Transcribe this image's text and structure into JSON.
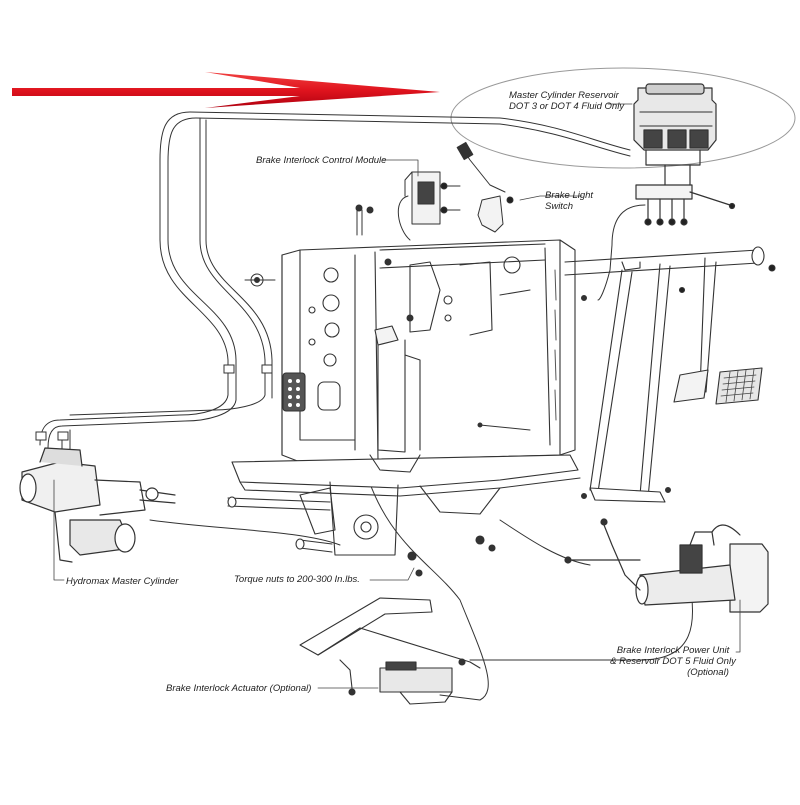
{
  "labels": {
    "master_cyl_reservoir_1": "Master Cylinder Reservoir",
    "master_cyl_reservoir_2": "DOT 3 or DOT 4 Fluid Only",
    "control_module": "Brake Interlock Control Module",
    "light_switch_1": "Brake Light",
    "light_switch_2": "Switch",
    "hydromax": "Hydromax Master Cylinder",
    "torque_nuts": "Torque nuts to 200-300 In.lbs.",
    "actuator": "Brake Interlock Actuator (Optional)",
    "power_unit_1": "Brake Interlock Power Unit",
    "power_unit_2": "& Reservoir DOT 5 Fluid Only",
    "power_unit_3": "(Optional)"
  },
  "colors": {
    "arrow": "#e0141e",
    "line": "#333333",
    "highlight_ellipse": "#999999"
  },
  "icons": {
    "arrow": "red-arrow-icon"
  }
}
